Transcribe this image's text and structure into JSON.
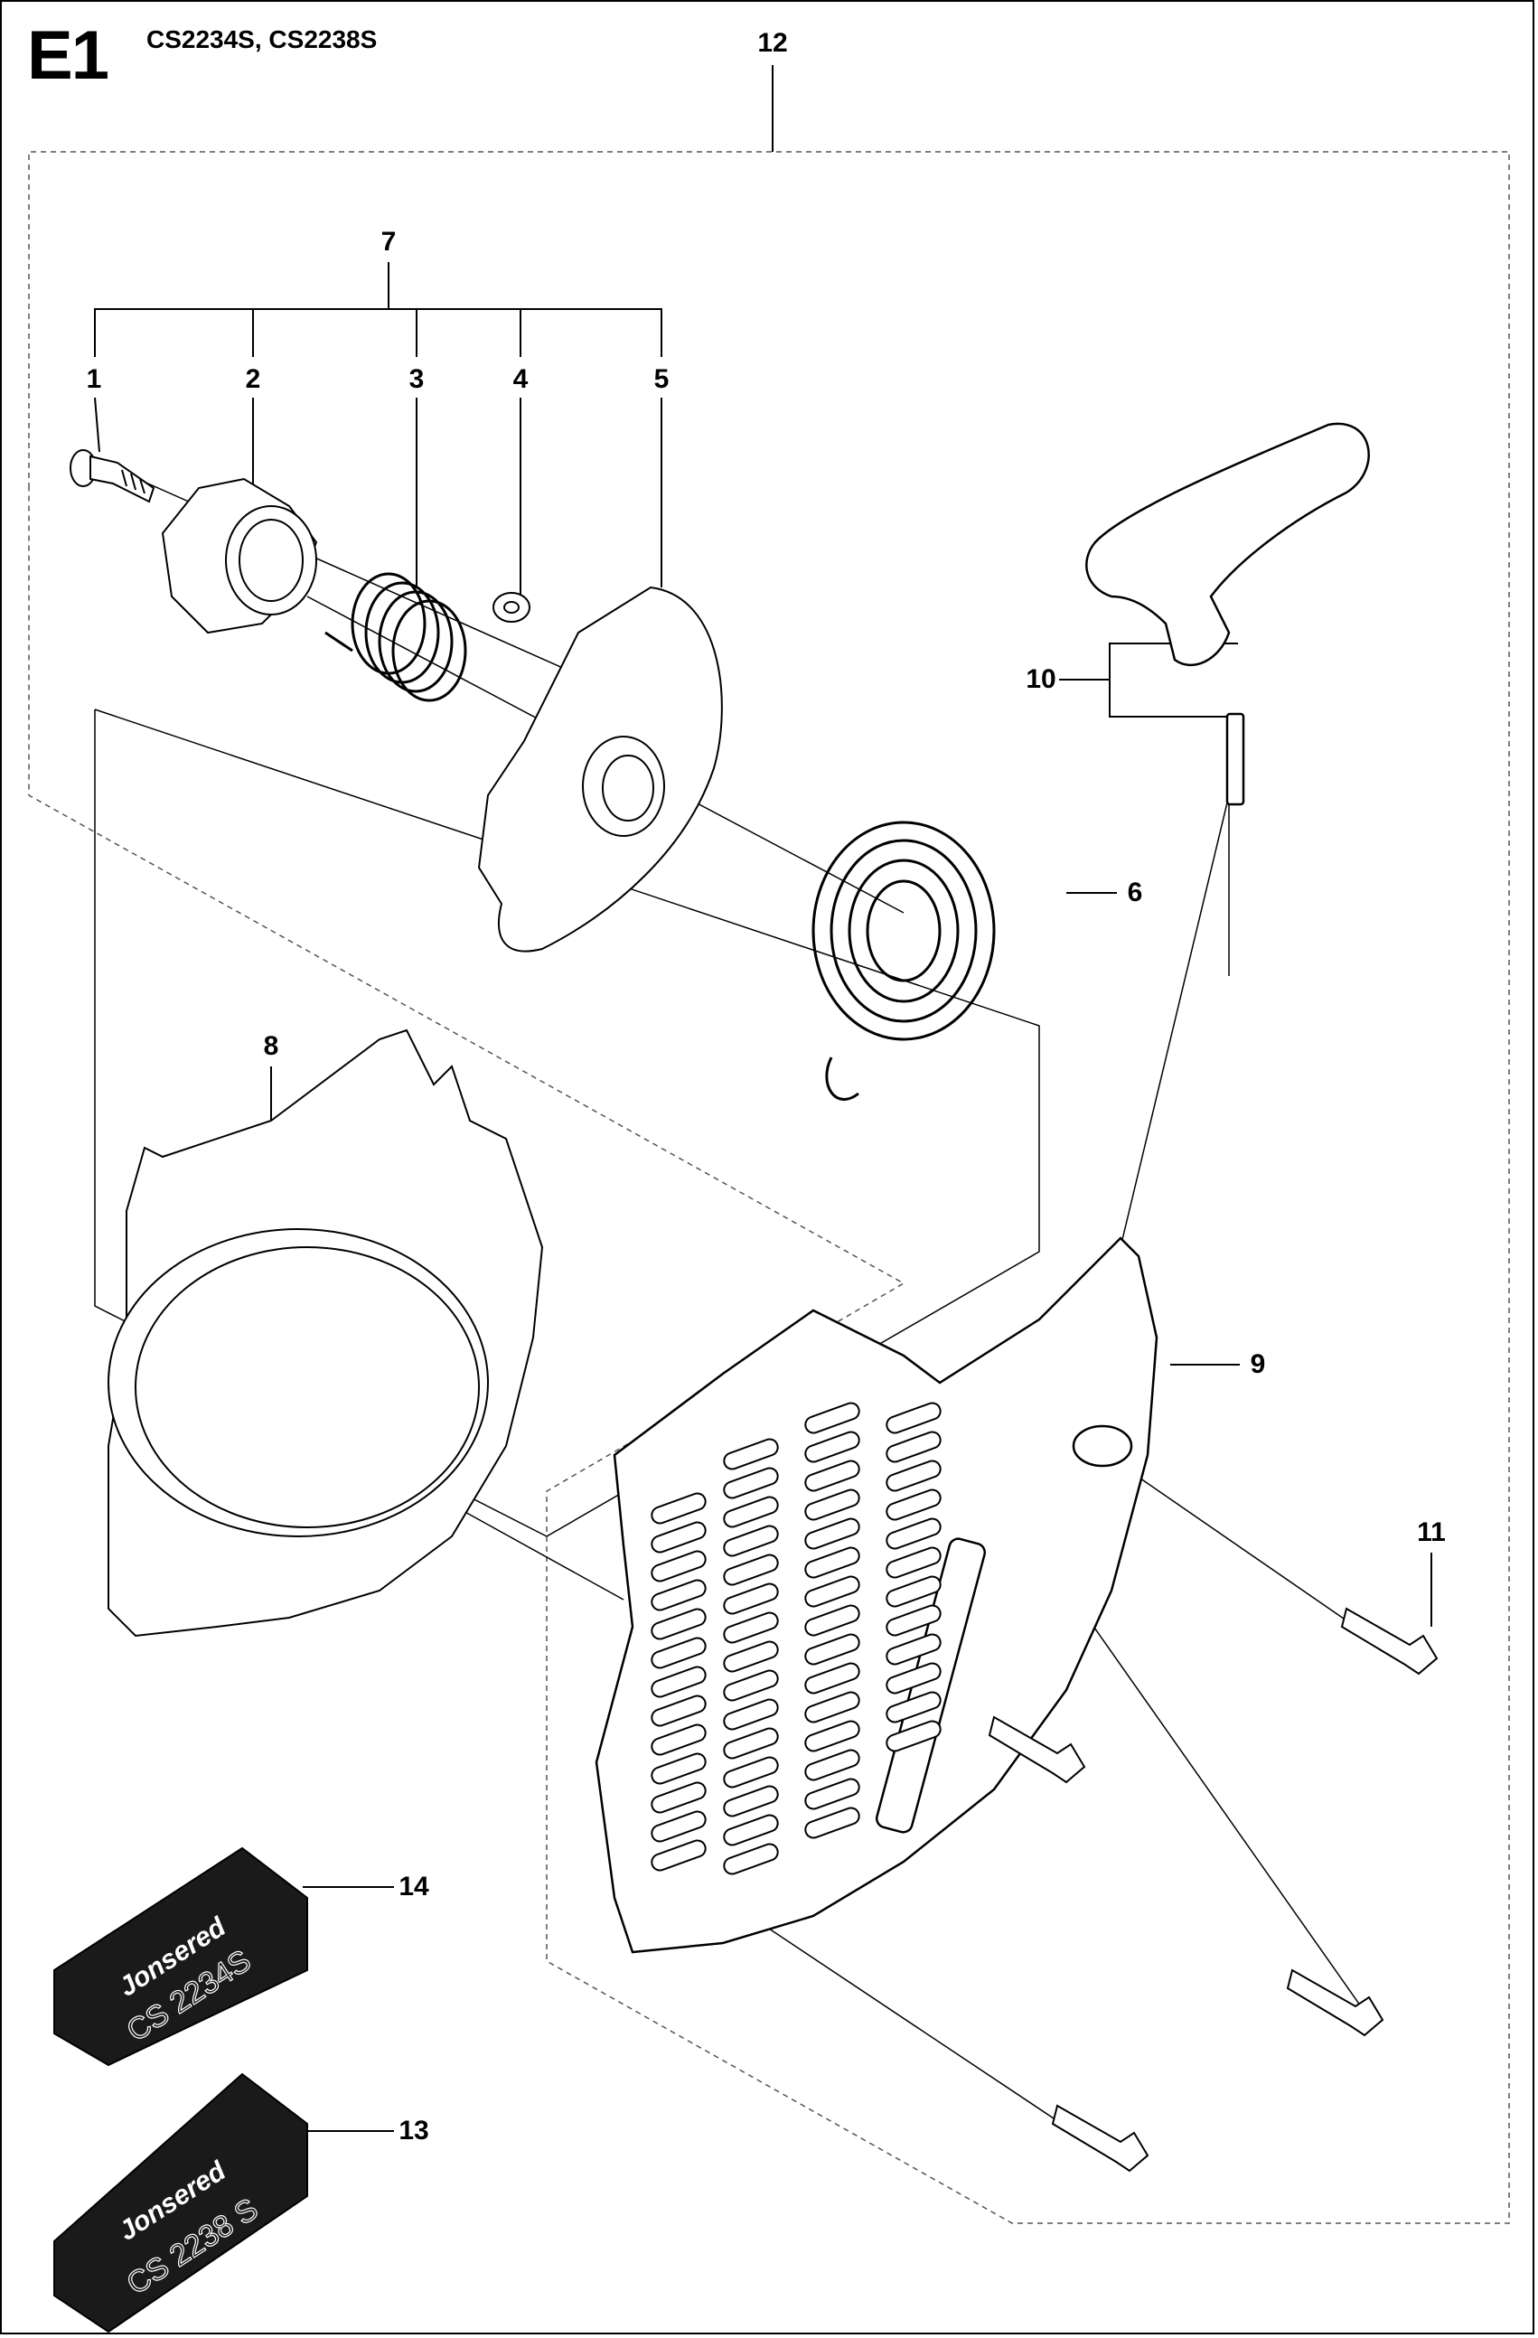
{
  "header": {
    "section_code": "E1",
    "models": "CS2234S, CS2238S"
  },
  "callouts": [
    "1",
    "2",
    "3",
    "4",
    "5",
    "6",
    "7",
    "8",
    "9",
    "10",
    "11",
    "12",
    "13",
    "14"
  ],
  "decals": {
    "decal_14": {
      "brand": "Jonsered",
      "model": "CS 2234S"
    },
    "decal_13": {
      "brand": "Jonsered",
      "model": "CS 2238 S"
    }
  },
  "colors": {
    "line": "#000000",
    "decal": "#1a1a1a",
    "background": "#ffffff"
  }
}
